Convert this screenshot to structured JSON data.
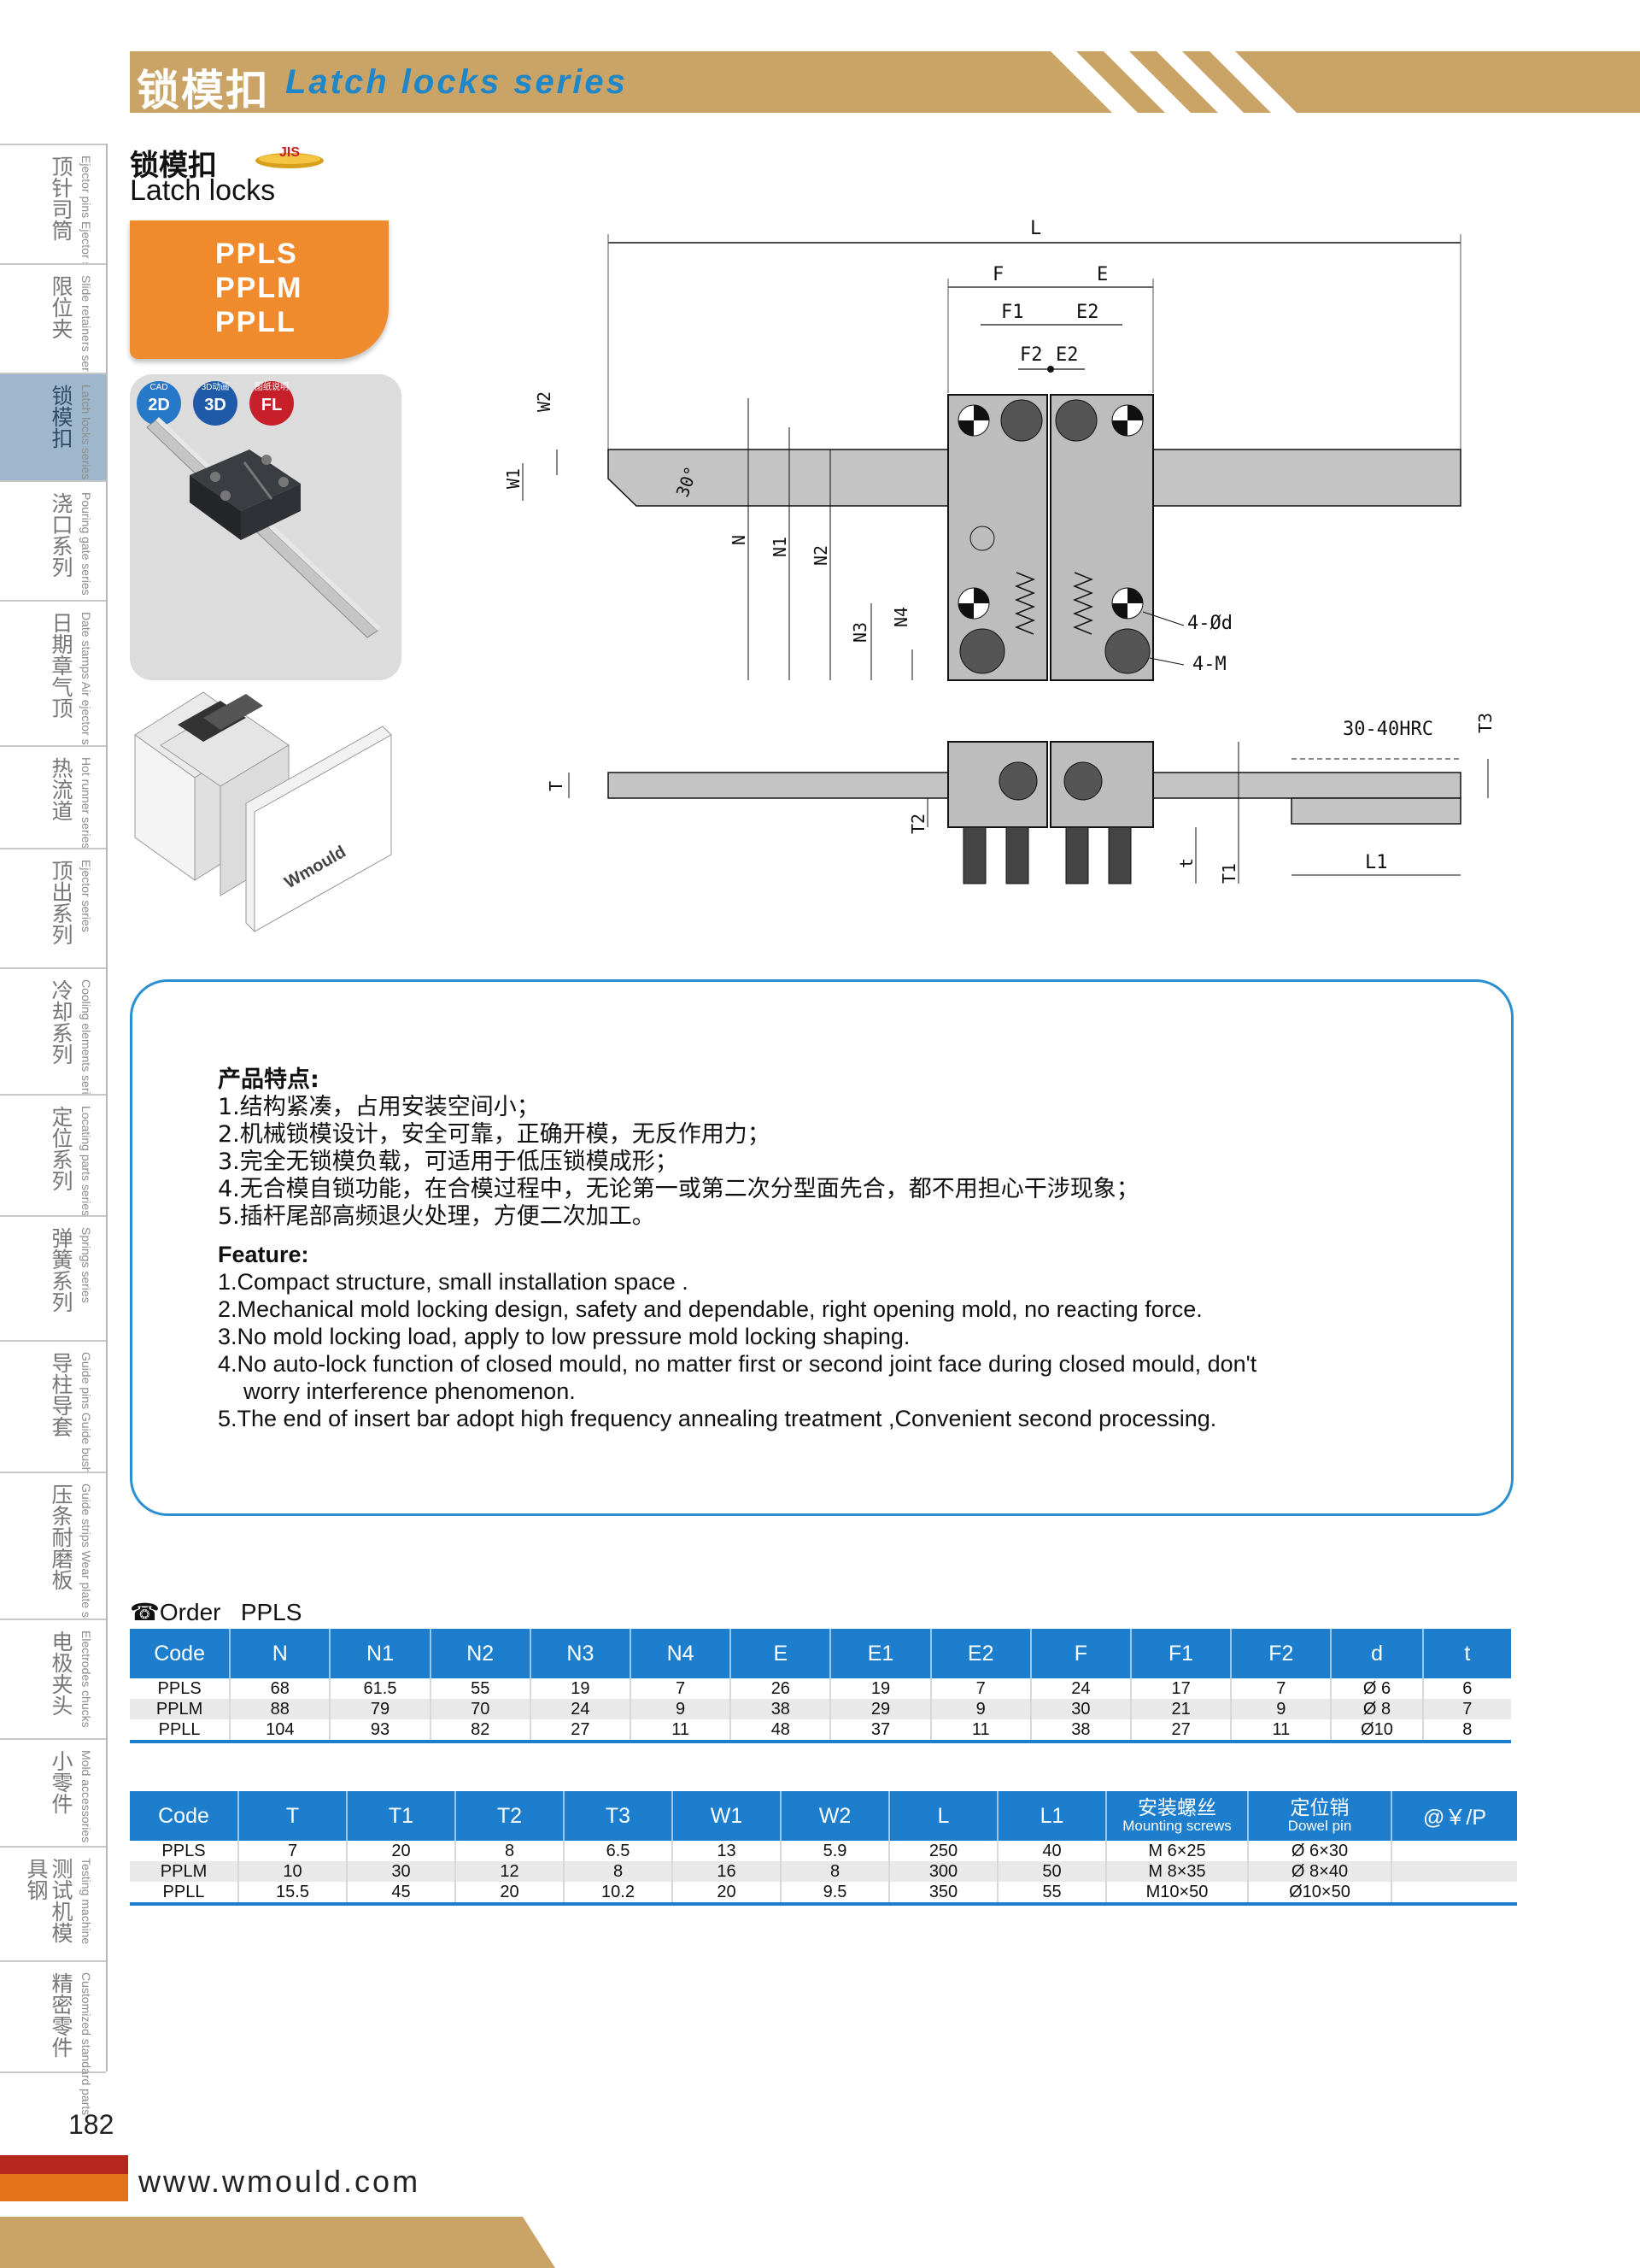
{
  "header": {
    "title_cn": "锁模扣",
    "title_en": "Latch locks series"
  },
  "sidebar": {
    "items": [
      {
        "cn": "顶针司筒",
        "en": "Ejector pins Ejector sleeves",
        "active": false
      },
      {
        "cn": "限位夹",
        "en": "Slide retainers series",
        "active": false
      },
      {
        "cn": "锁模扣",
        "en": "Latch locks series",
        "active": true
      },
      {
        "cn": "浇口系列",
        "en": "Pouring gate series",
        "active": false
      },
      {
        "cn": "日期章气顶",
        "en": "Date stamps Air ejector series",
        "active": false
      },
      {
        "cn": "热流道",
        "en": "Hot runner series",
        "active": false
      },
      {
        "cn": "顶出系列",
        "en": "Ejector series",
        "active": false
      },
      {
        "cn": "冷却系列",
        "en": "Cooling elements series",
        "active": false
      },
      {
        "cn": "定位系列",
        "en": "Locating parts series",
        "active": false
      },
      {
        "cn": "弹簧系列",
        "en": "Springs series",
        "active": false
      },
      {
        "cn": "导柱导套",
        "en": "Guide pins Guide bushings",
        "active": false
      },
      {
        "cn": "压条耐磨板",
        "en": "Guide strips Wear plate series",
        "active": false
      },
      {
        "cn": "电极夹头",
        "en": "Electrodes chucks",
        "active": false
      },
      {
        "cn": "小零件",
        "en": "Mold accessories",
        "active": false
      },
      {
        "cn": "测试机模具钢",
        "en": "Testing machine",
        "active": false
      },
      {
        "cn": "精密零件",
        "en": "Customized standard parts",
        "active": false
      }
    ]
  },
  "product": {
    "title_cn": "锁模扣",
    "title_en": "Latch locks",
    "badge": "JIS",
    "models": [
      "PPLS",
      "PPLM",
      "PPLL"
    ],
    "cad_badges": [
      {
        "top": "CAD",
        "main": "2D",
        "color": "#2678c8"
      },
      {
        "top": "3D动画",
        "main": "3D",
        "color": "#1f5aa8"
      },
      {
        "top": "图纸说明",
        "main": "FL",
        "color": "#c8202a"
      }
    ],
    "mold_brand": "Wmould"
  },
  "drawing_labels": {
    "L": "L",
    "F": "F",
    "E": "E",
    "F1": "F1",
    "E2_top": "E2",
    "F2": "F2",
    "E2": "E2",
    "W2": "W2",
    "W1": "W1",
    "angle": "30°",
    "N": "N",
    "N1": "N1",
    "N2": "N2",
    "N3": "N3",
    "N4": "N4",
    "hole": "4-Ød",
    "thread": "4-M",
    "T": "T",
    "T2": "T2",
    "t": "t",
    "T1": "T1",
    "T3": "T3",
    "L1": "L1",
    "hardness": "30-40HRC"
  },
  "features": {
    "cn_heading": "产品特点:",
    "cn_items": [
      "1.结构紧凑，占用安装空间小；",
      "2.机械锁模设计，安全可靠，正确开模，无反作用力；",
      "3.完全无锁模负载，可适用于低压锁模成形；",
      "4.无合模自锁功能，在合模过程中，无论第一或第二次分型面先合，都不用担心干涉现象；",
      "5.插杆尾部高频退火处理，方便二次加工。"
    ],
    "en_heading": "Feature:",
    "en_items": [
      "1.Compact structure, small installation space .",
      "2.Mechanical mold locking design, safety and dependable, right opening mold, no reacting force.",
      "3.No mold locking load, apply to low pressure mold locking shaping.",
      "4.No auto-lock function of closed mould, no matter first or second joint face during closed mould, don't",
      "worry interference phenomenon.",
      "5.The end of insert bar adopt high frequency annealing treatment ,Convenient second processing."
    ]
  },
  "order": {
    "label": "Order",
    "code": "PPLS"
  },
  "table1": {
    "headers": [
      "Code",
      "N",
      "N1",
      "N2",
      "N3",
      "N4",
      "E",
      "E1",
      "E2",
      "F",
      "F1",
      "F2",
      "d",
      "t"
    ],
    "rows": [
      [
        "PPLS",
        "68",
        "61.5",
        "55",
        "19",
        "7",
        "26",
        "19",
        "7",
        "24",
        "17",
        "7",
        "Ø 6",
        "6"
      ],
      [
        "PPLM",
        "88",
        "79",
        "70",
        "24",
        "9",
        "38",
        "29",
        "9",
        "30",
        "21",
        "9",
        "Ø 8",
        "7"
      ],
      [
        "PPLL",
        "104",
        "93",
        "82",
        "27",
        "11",
        "48",
        "37",
        "11",
        "38",
        "27",
        "11",
        "Ø10",
        "8"
      ]
    ]
  },
  "table2": {
    "headers": [
      "Code",
      "T",
      "T1",
      "T2",
      "T3",
      "W1",
      "W2",
      "L",
      "L1"
    ],
    "screw_header": {
      "cn": "安装螺丝",
      "en": "Mounting screws"
    },
    "dowel_header": {
      "cn": "定位销",
      "en": "Dowel pin"
    },
    "price_header": "@￥/P",
    "rows": [
      [
        "PPLS",
        "7",
        "20",
        "8",
        "6.5",
        "13",
        "5.9",
        "250",
        "40",
        "M 6×25",
        "Ø 6×30",
        ""
      ],
      [
        "PPLM",
        "10",
        "30",
        "12",
        "8",
        "16",
        "8",
        "300",
        "50",
        "M 8×35",
        "Ø 8×40",
        ""
      ],
      [
        "PPLL",
        "15.5",
        "45",
        "20",
        "10.2",
        "20",
        "9.5",
        "350",
        "55",
        "M10×50",
        "Ø10×50",
        ""
      ]
    ]
  },
  "footer": {
    "page": "182",
    "website": "www.wmould.com"
  },
  "colors": {
    "gold": "#c9a466",
    "blue": "#1c7ecd",
    "orange": "#ef8a2d",
    "feature_border": "#2a8fd0"
  }
}
